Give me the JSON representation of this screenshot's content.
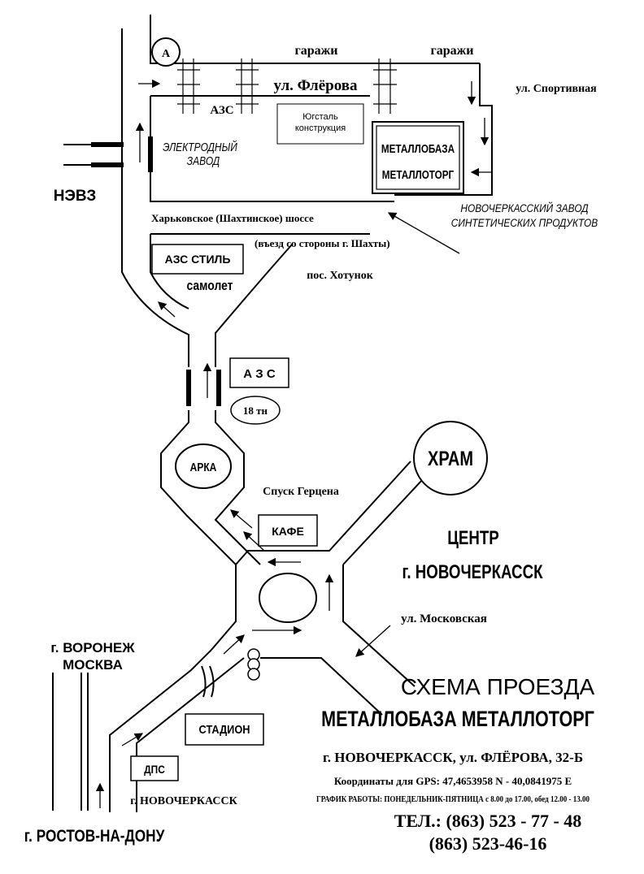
{
  "map": {
    "point_a": "А",
    "garages_1": "гаражи",
    "garages_2": "гаражи",
    "street_flerova": "ул. Флёрова",
    "street_sportivnaya": "ул. Спортивная",
    "gas_station_small": "АЗС",
    "yugstal": "Югсталь конструкция",
    "metallobaza_1": "МЕТАЛЛОБАЗА",
    "metallobaza_2": "МЕТАЛЛОТОРГ",
    "electrode_plant_1": "ЭЛЕКТРОДНЫЙ",
    "electrode_plant_2": "ЗАВОД",
    "nevz": "НЭВЗ",
    "synthetic_plant_1": "НОВОЧЕРКАССКИЙ ЗАВОД",
    "synthetic_plant_2": "СИНТЕТИЧЕСКИХ ПРОДУКТОВ",
    "kharkov_highway": "Харьковское (Шахтинское) шоссе",
    "entry_note": "(въезд со стороны г. Шахты)",
    "azs_stil": "АЗС СТИЛЬ",
    "samolet": "самолет",
    "khotunok": "пос. Хотунок",
    "azs_big": "А З С",
    "stop_18": "18 тн",
    "arka": "АРКА",
    "khram": "ХРАМ",
    "spusk_gertsena": "Спуск Герцена",
    "kafe": "КАФЕ",
    "center_1": "ЦЕНТР",
    "center_2": "г. НОВОЧЕРКАССК",
    "moskovskaya": "ул. Московская",
    "voronezh_1": "г. ВОРОНЕЖ",
    "voronezh_2": "МОСКВА",
    "stadion": "СТАДИОН",
    "dps": "ДПС",
    "novocherkassk_small": "г. НОВОЧЕРКАССК",
    "rostov": "г. РОСТОВ-НА-ДОНУ"
  },
  "info": {
    "title": "СХЕМА ПРОЕЗДА",
    "company": "МЕТАЛЛОБАЗА МЕТАЛЛОТОРГ",
    "address": "г. НОВОЧЕРКАССК, ул. ФЛЁРОВА, 32-Б",
    "gps": "Координаты для GPS: 47,4653958 N - 40,0841975 E",
    "hours": "ГРАФИК РАБОТЫ: ПОНЕДЕЛЬНИК-ПЯТНИЦА с 8.00 до 17.00, обед 12.00 - 13.00",
    "phone_1": "ТЕЛ.: (863) 523 - 77 - 48",
    "phone_2": "(863) 523-46-16"
  }
}
